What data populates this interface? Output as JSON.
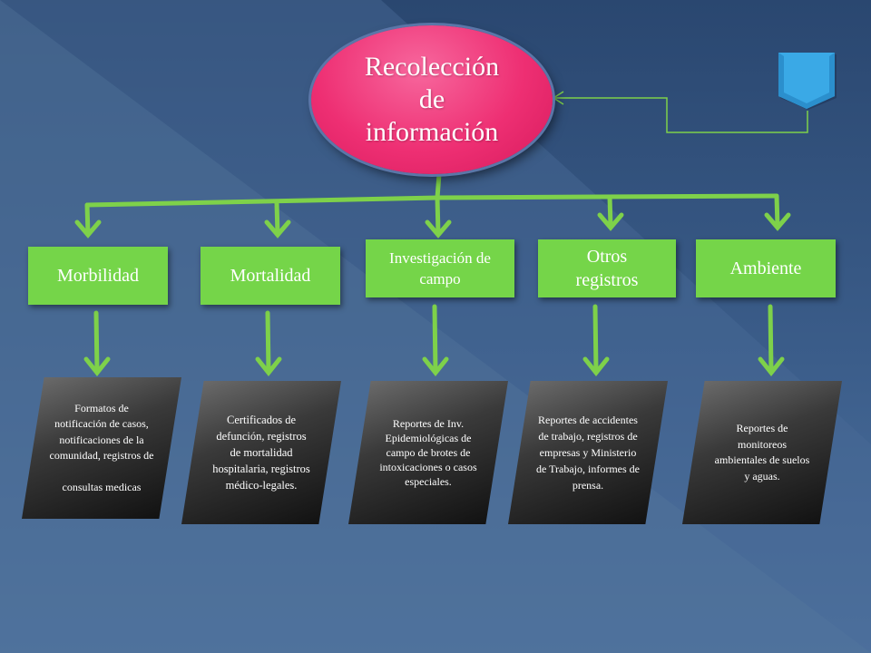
{
  "diagram": {
    "root": {
      "text": "Recolección\nde\ninformación"
    },
    "categories": [
      {
        "label": "Morbilidad"
      },
      {
        "label": "Mortalidad"
      },
      {
        "label": "Investigación de campo"
      },
      {
        "label": "Otros registros"
      },
      {
        "label": "Ambiente"
      }
    ],
    "sources": [
      {
        "text": "Formatos de notificación de casos, notificaciones de la comunidad, registros de\n\nconsultas medicas"
      },
      {
        "text": "Certificados de defunción, registros de mortalidad hospitalaria, registros médico-legales."
      },
      {
        "text": "Reportes de Inv. Epidemiológicas de campo de brotes de intoxicaciones o casos especiales."
      },
      {
        "text": "Reportes de accidentes de trabajo, registros de empresas y Ministerio de Trabajo, informes de prensa."
      },
      {
        "text": "Reportes de monitoreos ambientales de suelos y aguas."
      }
    ]
  },
  "colors": {
    "background": "#2f4f7b",
    "root_fill": "#ee2f73",
    "category_fill": "#75d549",
    "connector": "#7ed14a",
    "source_fill": "#1a1a1a",
    "shield_fill": "#3aa9e6"
  }
}
